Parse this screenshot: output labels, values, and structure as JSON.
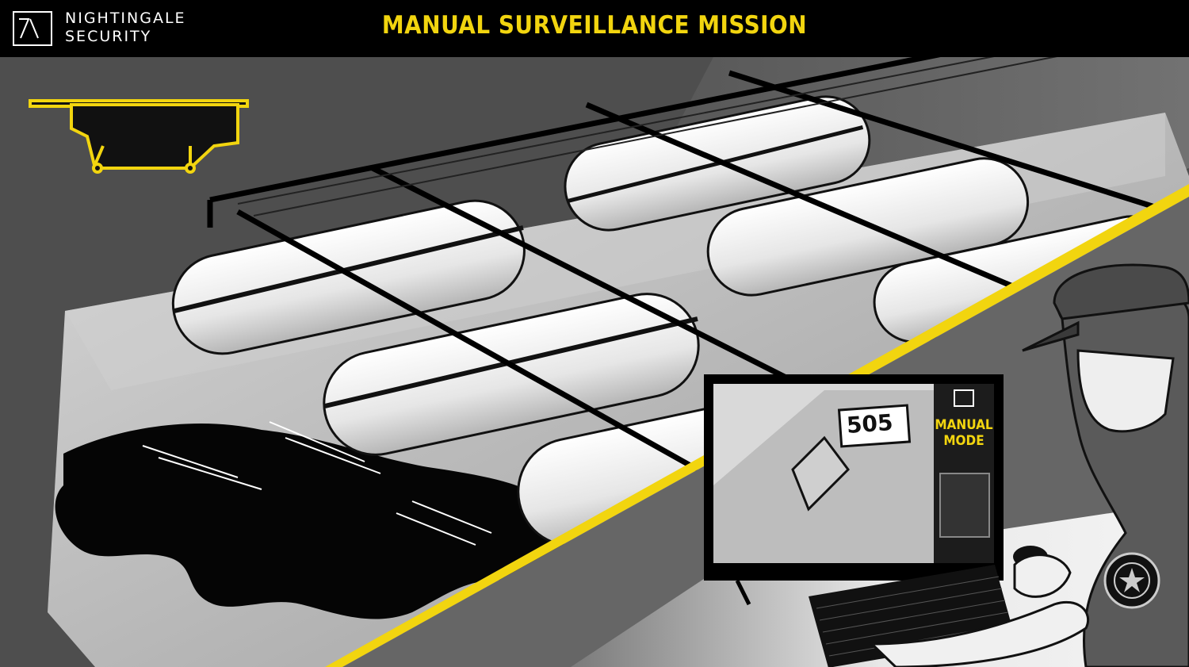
{
  "header": {
    "brand_line1": "NIGHTINGALE",
    "brand_line2": "SECURITY",
    "title": "MANUAL SURVEILLANCE MISSION"
  },
  "monitor": {
    "mode_line1": "MANUAL",
    "mode_line2": "MODE",
    "tank_number": "505"
  },
  "colors": {
    "accent_yellow": "#f2d50f",
    "bar_black": "#000000",
    "background_gray": "#4a4a4a"
  },
  "icons": [
    "nightingale-logo-icon",
    "drone-icon",
    "security-badge-icon"
  ]
}
